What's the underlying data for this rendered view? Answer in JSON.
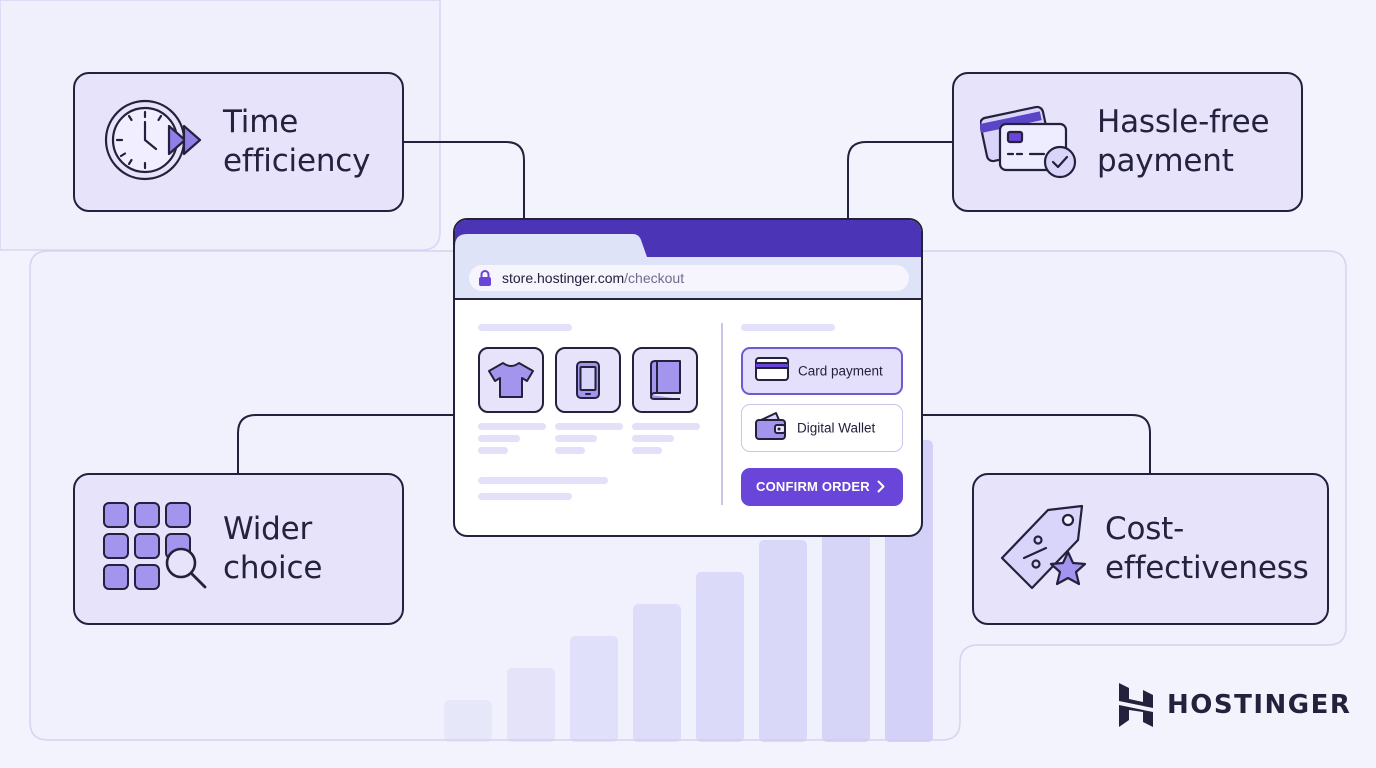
{
  "features": {
    "time": {
      "title": "Time\nefficiency",
      "icon": "clock-fast-forward-icon"
    },
    "payment": {
      "title": "Hassle-free\npayment",
      "icon": "credit-cards-check-icon"
    },
    "choice": {
      "title": "Wider\nchoice",
      "icon": "grid-search-icon"
    },
    "cost": {
      "title": "Cost-\neffectiveness",
      "icon": "price-tag-star-icon"
    }
  },
  "browser": {
    "url_host": "store.hostinger.com",
    "url_path": "/checkout",
    "products": [
      {
        "icon": "t-shirt-icon"
      },
      {
        "icon": "smartphone-icon"
      },
      {
        "icon": "book-icon"
      }
    ],
    "payment_options": [
      {
        "label": "Card payment",
        "icon": "credit-card-icon",
        "selected": true
      },
      {
        "label": "Digital Wallet",
        "icon": "wallet-icon",
        "selected": false
      }
    ],
    "confirm_label": "CONFIRM ORDER"
  },
  "brand": {
    "name": "HOSTINGER"
  },
  "colors": {
    "background": "#f3f3fd",
    "card": "#e6e3fb",
    "outline": "#23213c",
    "accent": "#6a45d9",
    "header": "#4b34b5",
    "bars": "#cdcbf5"
  }
}
